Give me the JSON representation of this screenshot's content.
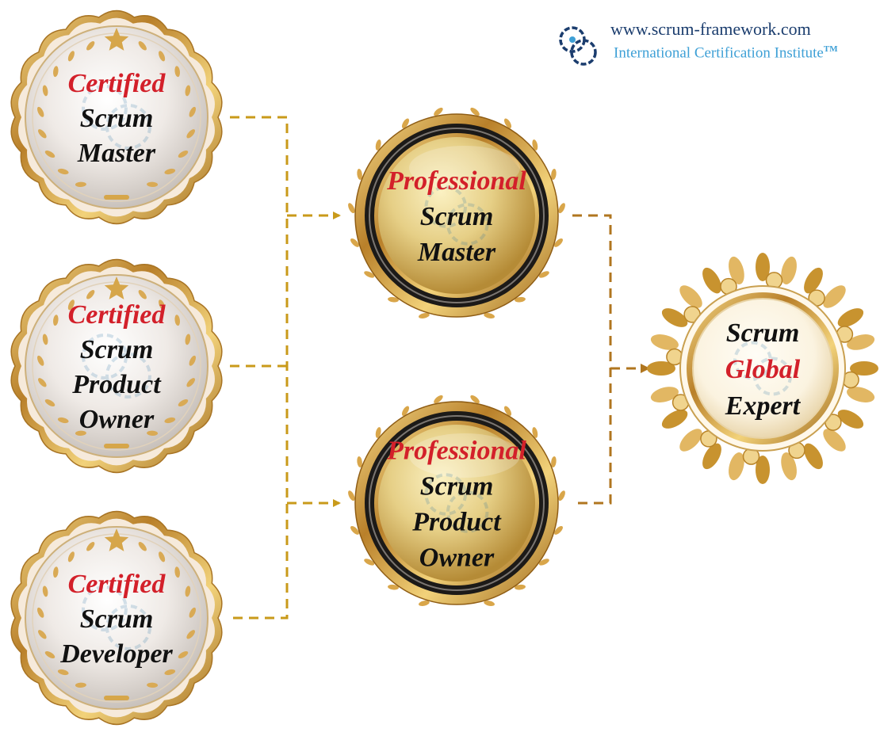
{
  "brand": {
    "url": "www.scrum-framework.com",
    "institute": "International Certification Institute",
    "trademark": "TM"
  },
  "colors": {
    "accent_red": "#d3202a",
    "text_black": "#111111",
    "connector": "#c99a1a",
    "brand_dark_blue": "#1b3d6e",
    "brand_light_blue": "#3ea0d6"
  },
  "badges": {
    "csm": {
      "lines": [
        "Certified",
        "Scrum",
        "Master"
      ],
      "red_line": 0
    },
    "cspo": {
      "lines": [
        "Certified",
        "Scrum",
        "Product",
        "Owner"
      ],
      "red_line": 0
    },
    "csd": {
      "lines": [
        "Certified",
        "Scrum",
        "Developer"
      ],
      "red_line": 0
    },
    "psm": {
      "lines": [
        "Professional",
        "Scrum",
        "Master"
      ],
      "red_line": 0
    },
    "pspo": {
      "lines": [
        "Professional",
        "Scrum",
        "Product",
        "Owner"
      ],
      "red_line": 0
    },
    "sge": {
      "lines": [
        "Scrum",
        "Global",
        "Expert"
      ],
      "red_line": 1
    }
  }
}
